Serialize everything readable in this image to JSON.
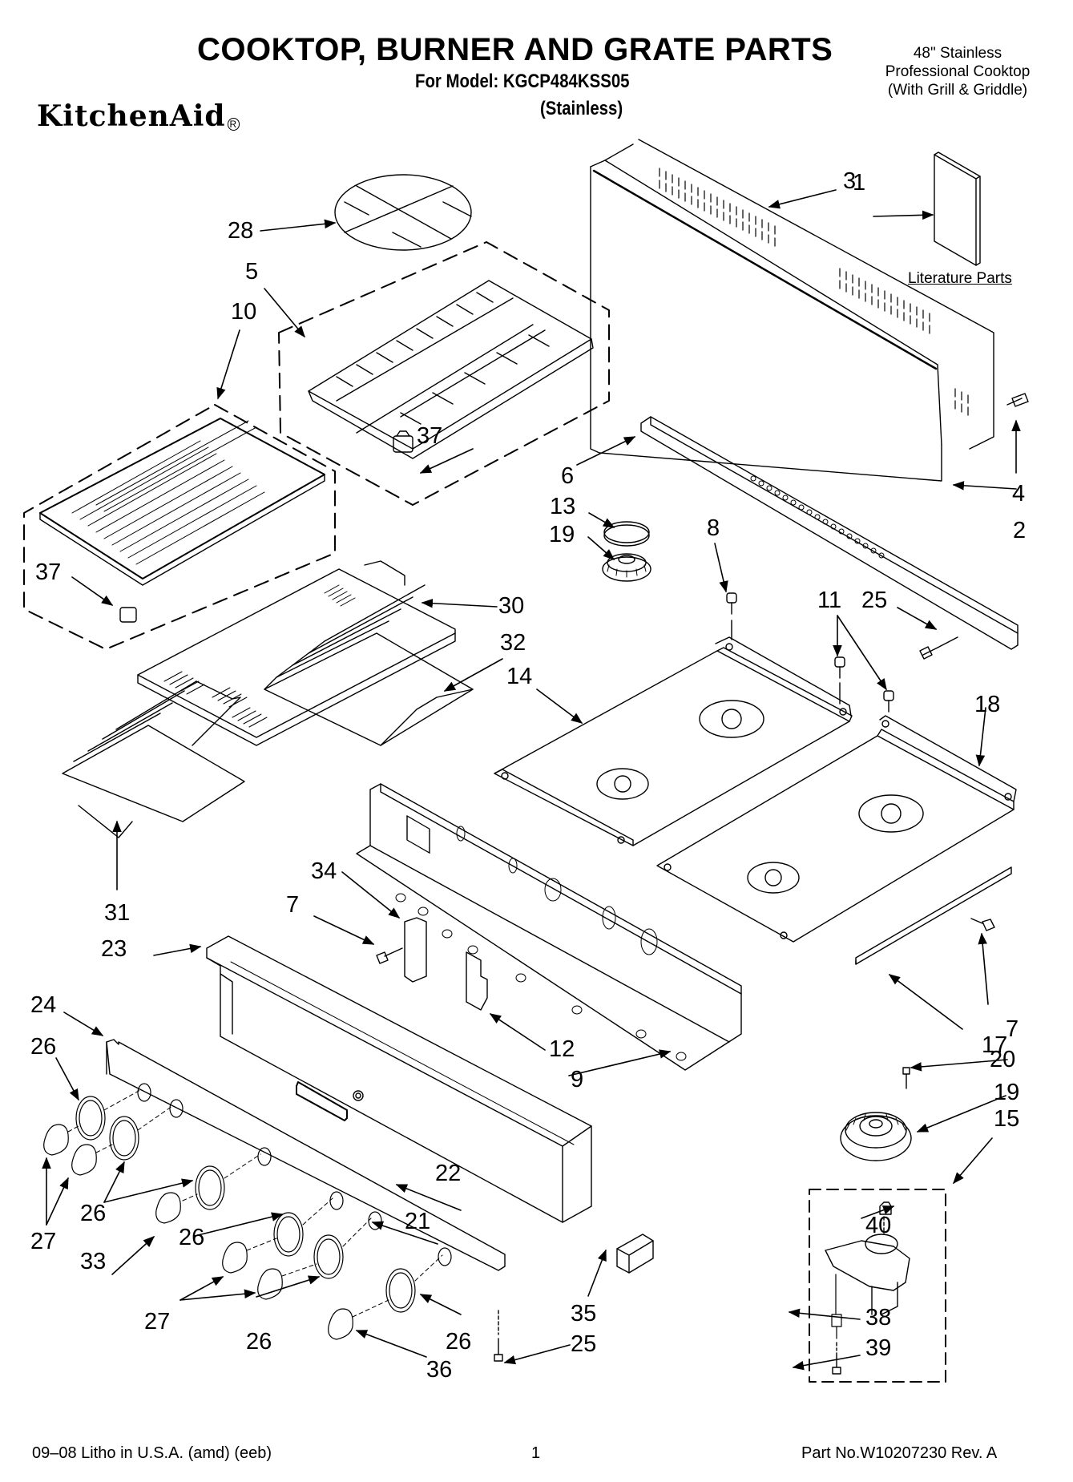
{
  "header": {
    "title": "COOKTOP, BURNER AND GRATE PARTS",
    "model_line": "For Model: KGCP484KSS05",
    "variant": "(Stainless)",
    "brand": "KitchenAid",
    "brand_mark": "R",
    "subtitle": [
      "48\" Stainless",
      "Professional Cooktop",
      "(With Grill & Griddle)"
    ]
  },
  "literature_label": "Literature Parts",
  "callouts": [
    {
      "id": "c1",
      "num": "1"
    },
    {
      "id": "c2",
      "num": "2"
    },
    {
      "id": "c3",
      "num": "3"
    },
    {
      "id": "c4",
      "num": "4"
    },
    {
      "id": "c5",
      "num": "5"
    },
    {
      "id": "c6",
      "num": "6"
    },
    {
      "id": "c7a",
      "num": "7"
    },
    {
      "id": "c7b",
      "num": "7"
    },
    {
      "id": "c8",
      "num": "8"
    },
    {
      "id": "c9",
      "num": "9"
    },
    {
      "id": "c10",
      "num": "10"
    },
    {
      "id": "c11",
      "num": "11"
    },
    {
      "id": "c12",
      "num": "12"
    },
    {
      "id": "c13",
      "num": "13"
    },
    {
      "id": "c14",
      "num": "14"
    },
    {
      "id": "c15",
      "num": "15"
    },
    {
      "id": "c17",
      "num": "17"
    },
    {
      "id": "c18",
      "num": "18"
    },
    {
      "id": "c19a",
      "num": "19"
    },
    {
      "id": "c19b",
      "num": "19"
    },
    {
      "id": "c20",
      "num": "20"
    },
    {
      "id": "c21",
      "num": "21"
    },
    {
      "id": "c22",
      "num": "22"
    },
    {
      "id": "c23",
      "num": "23"
    },
    {
      "id": "c24",
      "num": "24"
    },
    {
      "id": "c25a",
      "num": "25"
    },
    {
      "id": "c25b",
      "num": "25"
    },
    {
      "id": "c26a",
      "num": "26"
    },
    {
      "id": "c26b",
      "num": "26"
    },
    {
      "id": "c26c",
      "num": "26"
    },
    {
      "id": "c26d",
      "num": "26"
    },
    {
      "id": "c26e",
      "num": "26"
    },
    {
      "id": "c27a",
      "num": "27"
    },
    {
      "id": "c27b",
      "num": "27"
    },
    {
      "id": "c28",
      "num": "28"
    },
    {
      "id": "c30",
      "num": "30"
    },
    {
      "id": "c31",
      "num": "31"
    },
    {
      "id": "c32",
      "num": "32"
    },
    {
      "id": "c33",
      "num": "33"
    },
    {
      "id": "c34",
      "num": "34"
    },
    {
      "id": "c35",
      "num": "35"
    },
    {
      "id": "c36",
      "num": "36"
    },
    {
      "id": "c37a",
      "num": "37"
    },
    {
      "id": "c37b",
      "num": "37"
    },
    {
      "id": "c38",
      "num": "38"
    },
    {
      "id": "c39",
      "num": "39"
    },
    {
      "id": "c40",
      "num": "40"
    }
  ],
  "footer": {
    "left": "09–08 Litho in U.S.A. (amd) (eeb)",
    "page": "1",
    "right": "Part No.W10207230 Rev. A"
  }
}
